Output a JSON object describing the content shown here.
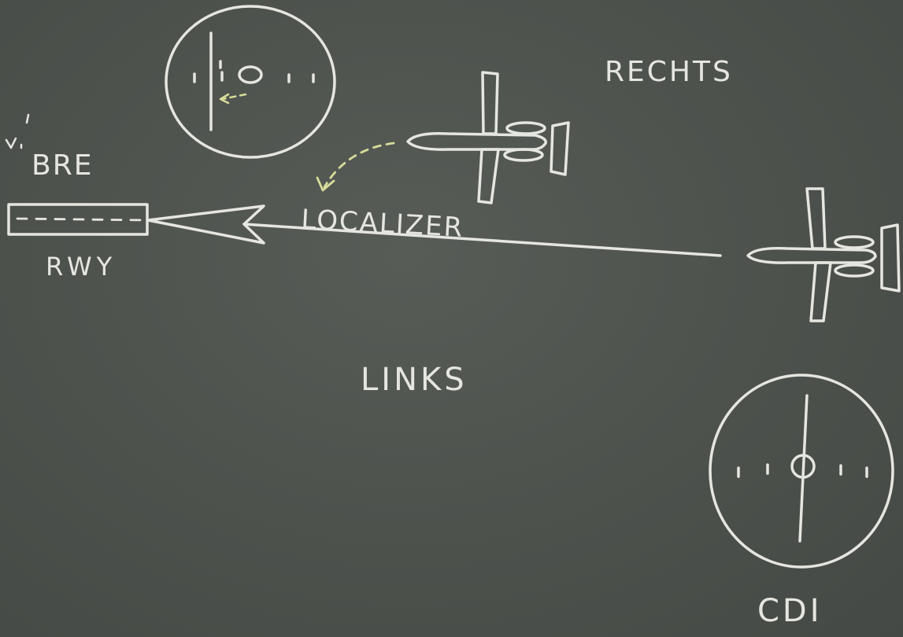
{
  "board": {
    "labels": {
      "rechts": "RECHTS",
      "links": "LINKS",
      "localizer": "LOCALIZER",
      "bre": "BRE",
      "rwy": "RWY",
      "cdi": "CDI"
    }
  },
  "colors": {
    "chalkboard": "#4f534e",
    "chalk_white": "#e6e6e0",
    "chalk_yellow": "#d8dc9a"
  }
}
